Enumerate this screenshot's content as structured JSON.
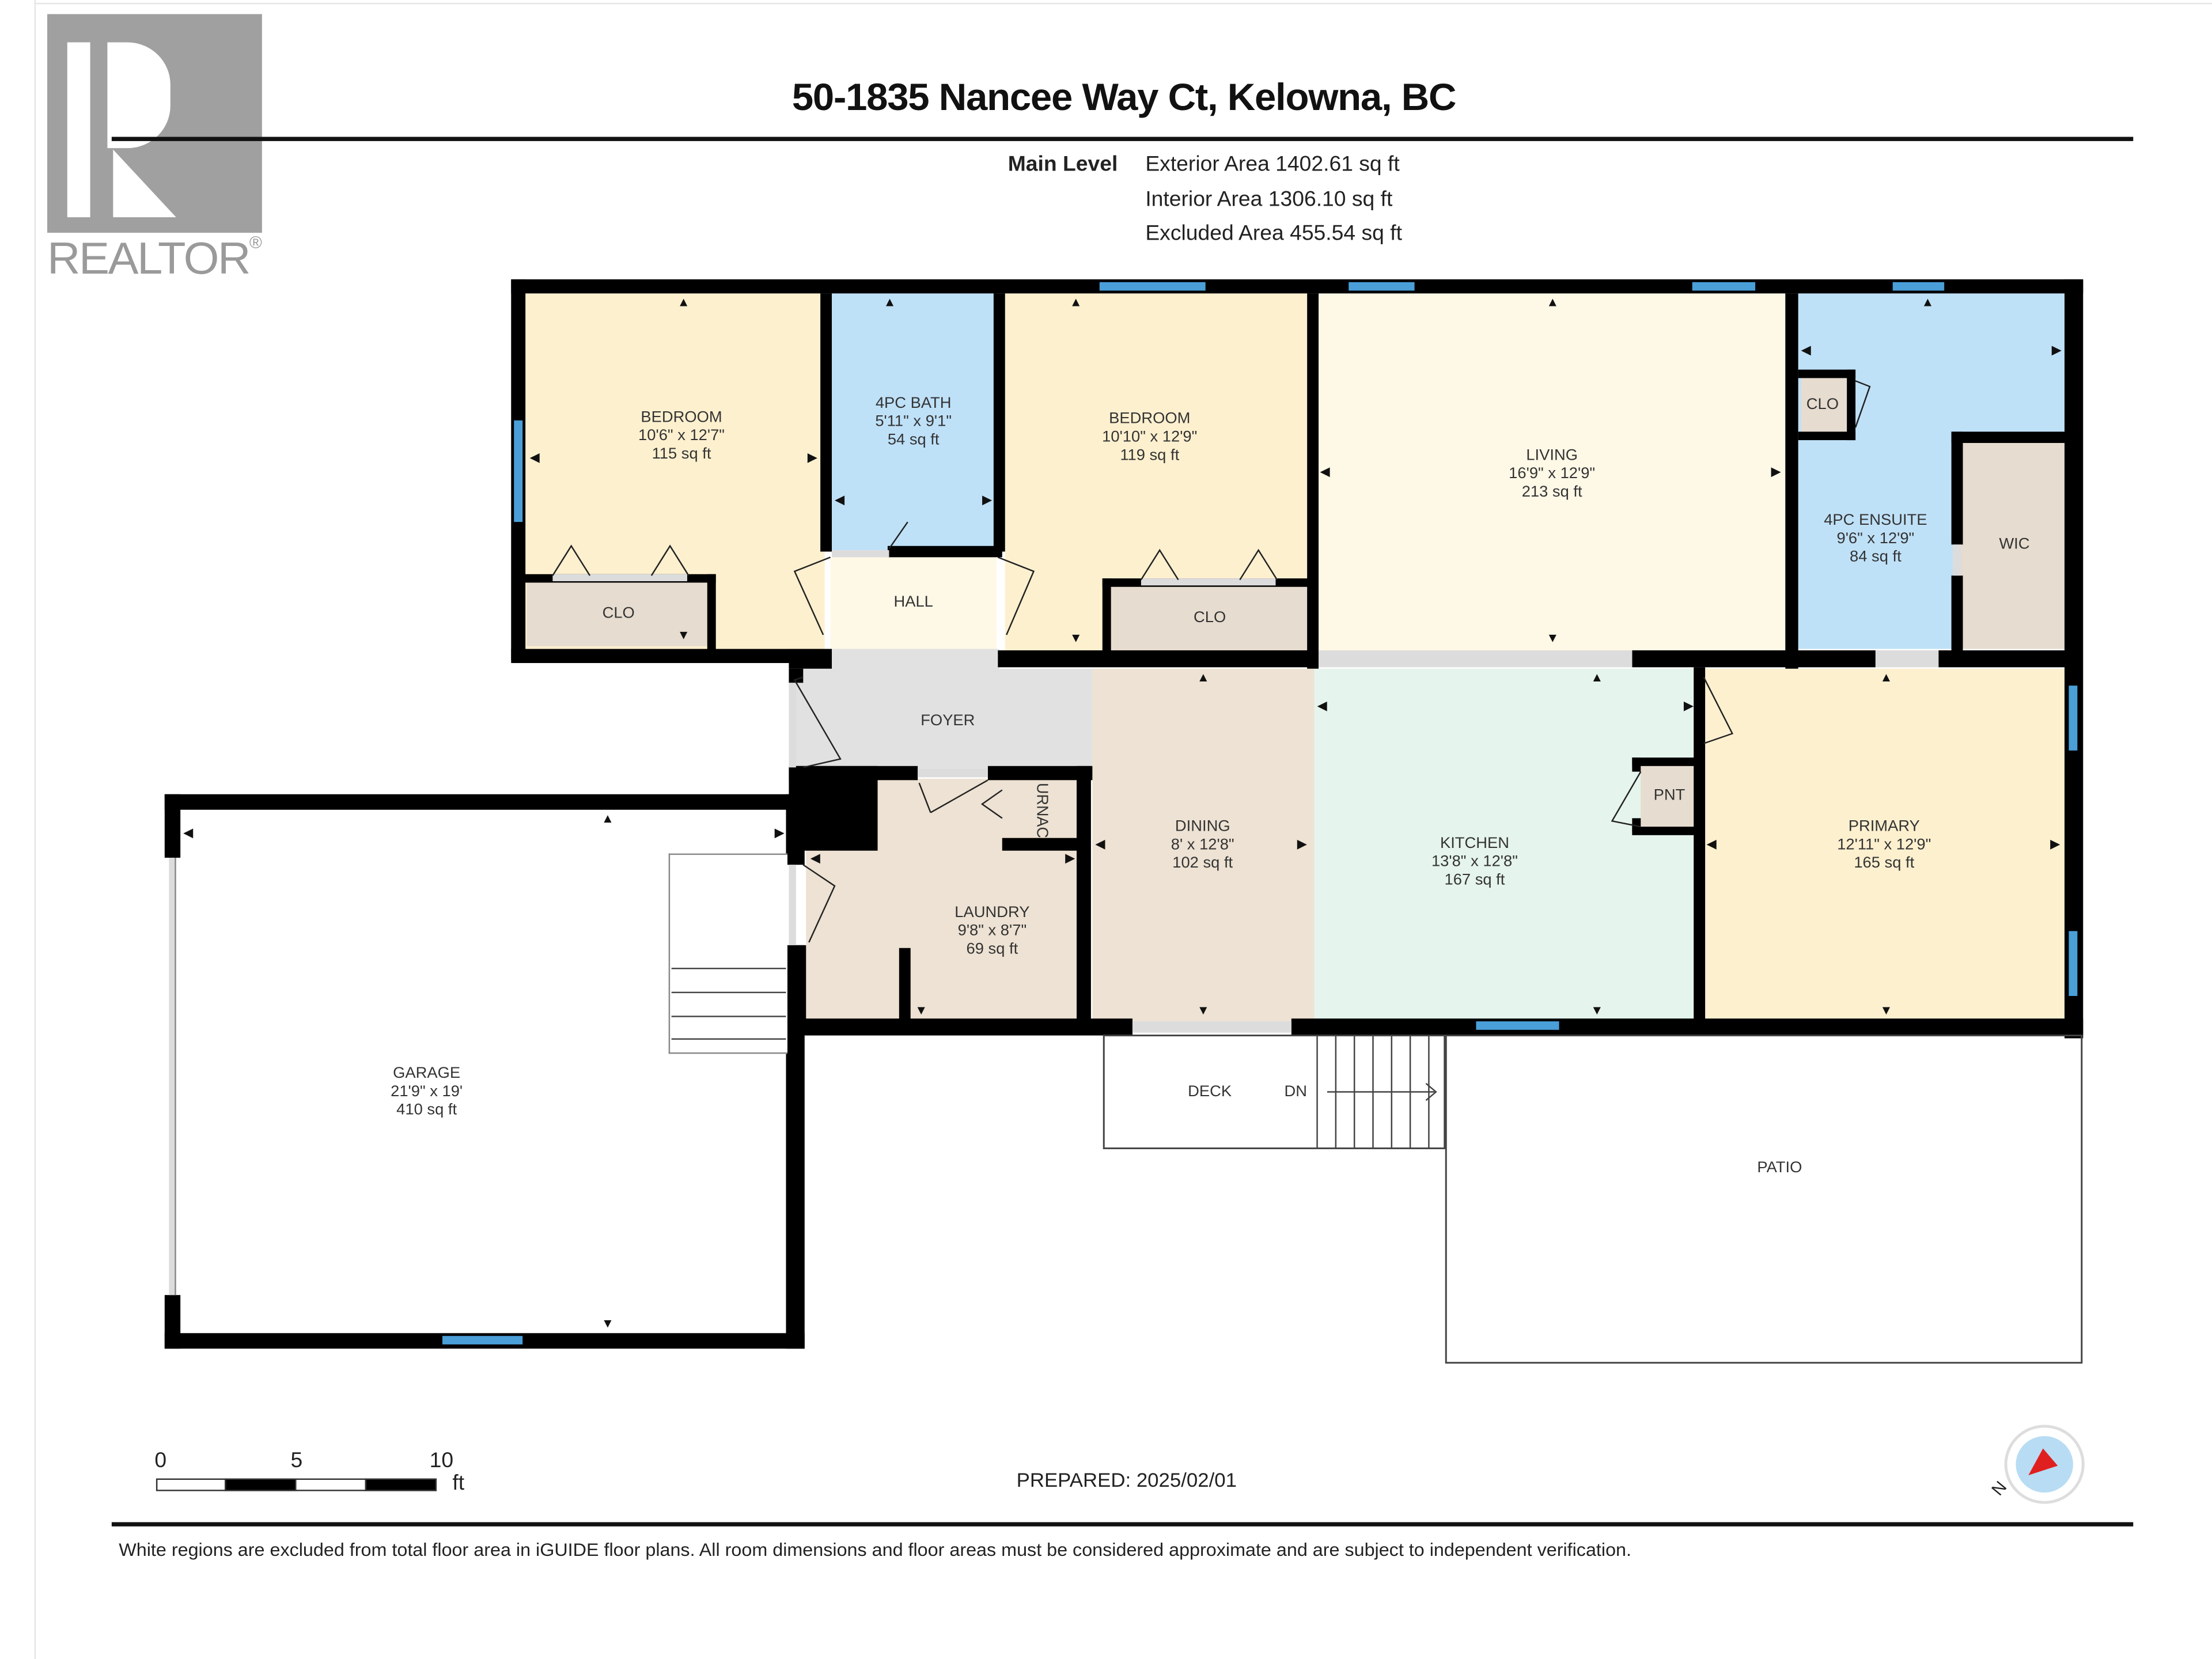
{
  "logo": {
    "text": "REALTOR",
    "reg": "®"
  },
  "header": {
    "title": "50-1835 Nancee Way Ct, Kelowna, BC",
    "level": "Main Level",
    "exterior_area": "Exterior Area 1402.61 sq ft",
    "interior_area": "Interior Area 1306.10 sq ft",
    "excluded_area": "Excluded Area 455.54 sq ft"
  },
  "colors": {
    "bedroom": "#fdf0cf",
    "bath": "#bfe1f8",
    "living": "#fef8e6",
    "kitchen": "#e5f4ec",
    "dining": "#ede2d3",
    "closet": "#e6dccf",
    "foyer": "#e1e1e1",
    "window": "#4a9fd8",
    "wall": "#000000"
  },
  "rooms": {
    "bedroom1": {
      "name": "BEDROOM",
      "dims": "10'6\" x 12'7\"",
      "area": "115 sq ft"
    },
    "bath": {
      "name": "4PC BATH",
      "dims": "5'11\" x 9'1\"",
      "area": "54 sq ft"
    },
    "bedroom2": {
      "name": "BEDROOM",
      "dims": "10'10\" x 12'9\"",
      "area": "119 sq ft"
    },
    "living": {
      "name": "LIVING",
      "dims": "16'9\" x 12'9\"",
      "area": "213 sq ft"
    },
    "ensuite": {
      "name": "4PC ENSUITE",
      "dims": "9'6\" x 12'9\"",
      "area": "84 sq ft"
    },
    "ensuite_clo": {
      "name": "CLO"
    },
    "wic": {
      "name": "WIC"
    },
    "clo1": {
      "name": "CLO"
    },
    "clo2": {
      "name": "CLO"
    },
    "hall": {
      "name": "HALL"
    },
    "foyer": {
      "name": "FOYER"
    },
    "dining": {
      "name": "DINING",
      "dims": "8' x 12'8\"",
      "area": "102 sq ft"
    },
    "kitchen": {
      "name": "KITCHEN",
      "dims": "13'8\" x 12'8\"",
      "area": "167 sq ft"
    },
    "pantry": {
      "name": "PNT"
    },
    "primary": {
      "name": "PRIMARY",
      "dims": "12'11\" x 12'9\"",
      "area": "165 sq ft"
    },
    "laundry": {
      "name": "LAUNDRY",
      "dims": "9'8\" x 8'7\"",
      "area": "69 sq ft"
    },
    "furnace": {
      "name": "URNAC"
    },
    "garage": {
      "name": "GARAGE",
      "dims": "21'9\" x 19'",
      "area": "410 sq ft"
    },
    "deck": {
      "name": "DECK"
    },
    "deck_stairs": {
      "name": "DN"
    },
    "patio": {
      "name": "PATIO"
    }
  },
  "scale": {
    "labels": [
      "0",
      "5",
      "10"
    ],
    "unit": "ft"
  },
  "prepared": "PREPARED: 2025/02/01",
  "compass": {
    "label": "N"
  },
  "footer": {
    "note": "White regions are excluded from total floor area in iGUIDE floor plans. All room dimensions and floor areas must be considered approximate and are subject to independent verification."
  }
}
